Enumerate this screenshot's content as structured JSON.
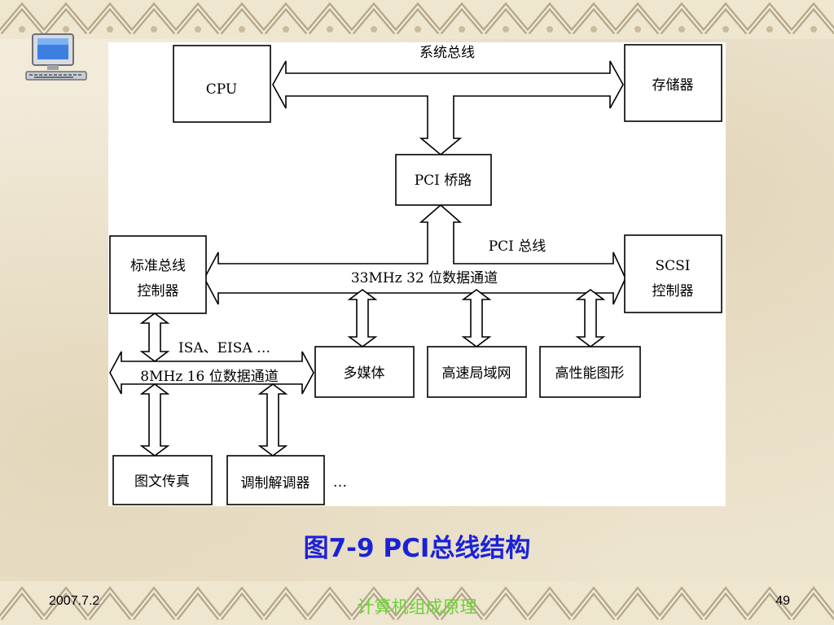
{
  "diagram": {
    "boxes": {
      "cpu": "CPU",
      "memory": "存储器",
      "pci_bridge": "PCI 桥路",
      "std_bus_ctrl_line1": "标准总线",
      "std_bus_ctrl_line2": "控制器",
      "scsi_line1": "SCSI",
      "scsi_line2": "控制器",
      "multimedia": "多媒体",
      "lan": "高速局域网",
      "graphics": "高性能图形",
      "fax": "图文传真",
      "modem": "调制解调器"
    },
    "labels": {
      "system_bus": "系统总线",
      "pci_bus": "PCI 总线",
      "pci_bus_spec": "33MHz 32 位数据通道",
      "isa_eisa": "ISA、EISA …",
      "isa_bus_spec": "8MHz 16 位数据通道",
      "ellipsis": "…"
    }
  },
  "caption": "图7-9  PCI总线结构",
  "footer": {
    "date": "2007.7.2",
    "title": "计算机组成原理",
    "page": "49"
  },
  "colors": {
    "caption": "#1a22d8",
    "footer_title": "#6fd03a"
  }
}
